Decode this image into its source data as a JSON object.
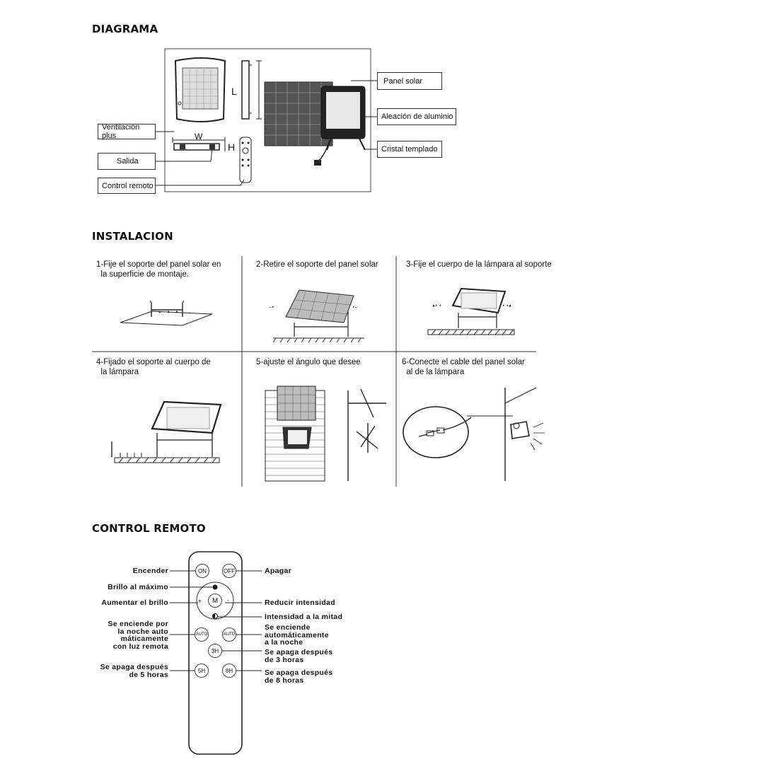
{
  "sections": {
    "diagram": "DIAGRAMA",
    "install": "INSTALACION",
    "remote": "CONTROL REMOTO"
  },
  "diagram": {
    "dim_l": "L",
    "dim_w": "W",
    "dim_h": "H",
    "left_labels": [
      "Ventilación plus",
      "Salida",
      "Control remoto"
    ],
    "right_labels": [
      "Panel solar",
      "Aleación de aluminio",
      "Cristal templado"
    ]
  },
  "install": {
    "steps": [
      "1-Fije el soporte del panel solar en\n  la superficie de montaje.",
      "2-Retire el soporte del panel solar",
      "3-Fije el cuerpo de la lámpara al soporte",
      "4-Fijado el soporte al cuerpo de\n  la lámpara",
      "5-ajuste el ángulo que desee",
      "6-Conecte el cable del panel solar\n  al de la lámpara"
    ]
  },
  "remote": {
    "buttons": {
      "on": "ON",
      "off": "OFF",
      "m": "M",
      "auto1": "AUTO",
      "auto2": "AUTO",
      "h3": "3H",
      "h5": "5H",
      "h8": "8H",
      "plus": "+",
      "minus": "-"
    },
    "left_labels": {
      "on": "Encender",
      "max": "Brillo al máximo",
      "up": "Aumentar el brillo",
      "auto_remote": "Se enciende por\nla noche auto\nmáticamente\ncon luz remota",
      "off5": "Se apaga después\nde 5 horas"
    },
    "right_labels": {
      "off": "Apagar",
      "down": "Reducir intensidad",
      "half": "Intensidad a la mitad",
      "auto_night": "Se enciende\nautomáticamente\na la noche",
      "off3": "Se apaga después\nde 3 horas",
      "off8": "Se apaga después\nde 8 horas"
    }
  }
}
